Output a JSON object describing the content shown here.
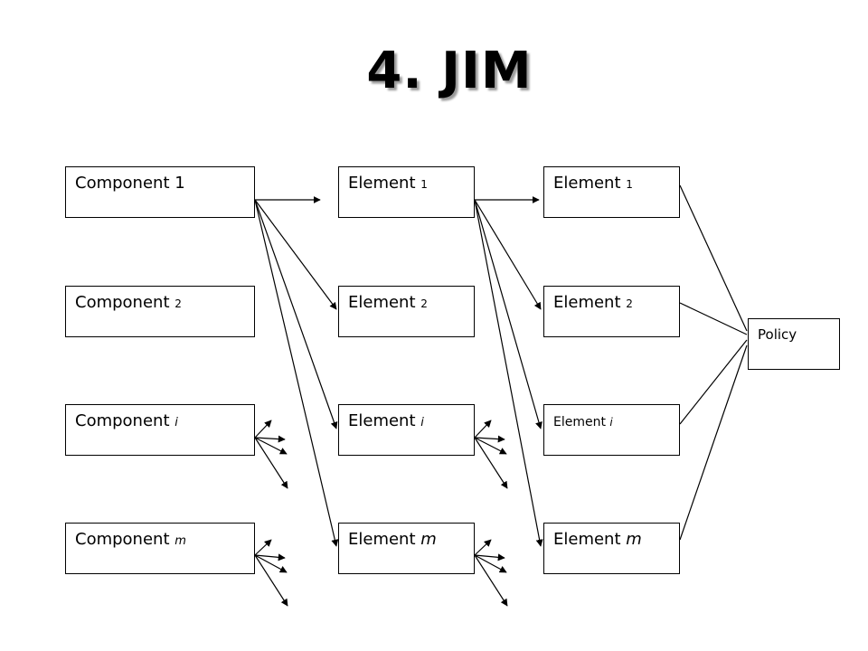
{
  "title": "4. JIM",
  "components": [
    {
      "main": "Component",
      "sub": "1",
      "sub_style": "plain-large"
    },
    {
      "main": "Component",
      "sub": "2",
      "sub_style": "plain"
    },
    {
      "main": "Component",
      "sub": "i",
      "sub_style": "italic"
    },
    {
      "main": "Component",
      "sub": "m",
      "sub_style": "italic"
    }
  ],
  "elements_a": [
    {
      "main": "Element",
      "sub": "1",
      "sub_style": "plain"
    },
    {
      "main": "Element",
      "sub": "2",
      "sub_style": "plain"
    },
    {
      "main": "Element",
      "sub": "i",
      "sub_style": "italic"
    },
    {
      "main": "Element",
      "sub": "m",
      "sub_style": "italic-large"
    }
  ],
  "elements_b": [
    {
      "main": "Element",
      "sub": "1",
      "sub_style": "plain"
    },
    {
      "main": "Element",
      "sub": "2",
      "sub_style": "plain"
    },
    {
      "main": "Element",
      "sub": "i",
      "sub_style": "italic"
    },
    {
      "main": "Element",
      "sub": "m",
      "sub_style": "italic-large"
    }
  ],
  "policy": {
    "label": "Policy"
  },
  "colors": {
    "line": "#000000",
    "title_shadow": "#9a9a9a"
  }
}
